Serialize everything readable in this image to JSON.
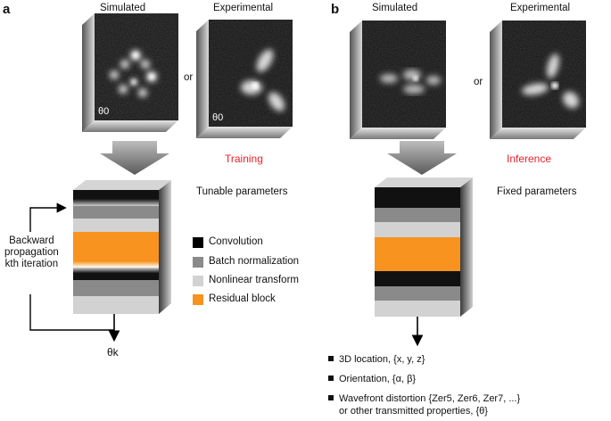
{
  "panel_a": {
    "letter": "a",
    "simulated_label": "Simulated",
    "experimental_label": "Experimental",
    "or_label": "or",
    "theta0_sim": "θ0",
    "theta0_exp": "θ0",
    "mode_label": "Training",
    "params_label": "Tunable parameters",
    "backprop_lines": [
      "Backward",
      "propagation",
      "kth iteration"
    ],
    "theta_k": "θk",
    "legend": [
      {
        "label": "Convolution",
        "color": "#000000"
      },
      {
        "label": "Batch normalization",
        "color": "#8a8a8a"
      },
      {
        "label": "Nonlinear transform",
        "color": "#d2d2d2"
      },
      {
        "label": "Residual block",
        "color": "#f7931e"
      }
    ]
  },
  "panel_b": {
    "letter": "b",
    "simulated_label": "Simulated",
    "experimental_label": "Experimental",
    "or_label": "or",
    "mode_label": "Inference",
    "params_label": "Fixed parameters",
    "outputs": [
      {
        "text": "3D location, {x, y, z}"
      },
      {
        "text": "Orientation, {α, β}"
      },
      {
        "text": "Wavefront distortion {Zer5, Zer6, Zer7, ...}"
      },
      {
        "text": "or other transmitted properties, {θ}"
      }
    ]
  },
  "colors": {
    "accent_red": "#e8212b",
    "orange": "#f7931e"
  }
}
